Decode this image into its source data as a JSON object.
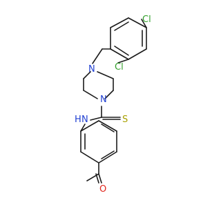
{
  "atoms": {
    "cl_top": {
      "label": "Cl",
      "color": "#33a02c"
    },
    "cl_ortho": {
      "label": "Cl",
      "color": "#33a02c"
    },
    "n_piperazine_top": {
      "label": "N",
      "color": "#1f3fd1"
    },
    "n_piperazine_bottom": {
      "label": "N",
      "color": "#1f3fd1"
    },
    "s_thione": {
      "label": "S",
      "color": "#a8a000"
    },
    "n_amide": {
      "label": "N",
      "color": "#1f3fd1"
    },
    "h_amide": {
      "label": "H",
      "color": "#1f3fd1"
    },
    "o_ketone": {
      "label": "O",
      "color": "#e0241b"
    }
  }
}
